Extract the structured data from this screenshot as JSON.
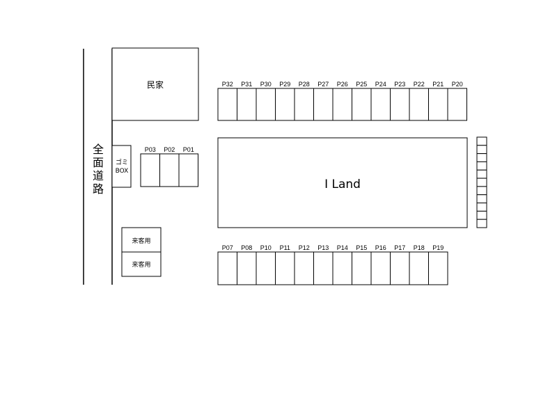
{
  "road_label": "全面道路",
  "house_label": "民家",
  "garbage_label": [
    "ゴミ",
    "BOX"
  ],
  "building_label": "I Land",
  "visitor_labels": [
    "来客用",
    "来客用"
  ],
  "top_row": [
    "P32",
    "P31",
    "P30",
    "P29",
    "P28",
    "P27",
    "P26",
    "P25",
    "P24",
    "P23",
    "P22",
    "P21",
    "P20"
  ],
  "bottom_row": [
    "P07",
    "P08",
    "P10",
    "P11",
    "P12",
    "P13",
    "P14",
    "P15",
    "P16",
    "P17",
    "P18",
    "P19"
  ],
  "left_row": [
    "P03",
    "P02",
    "P01"
  ],
  "bike_rack_slots": 11
}
